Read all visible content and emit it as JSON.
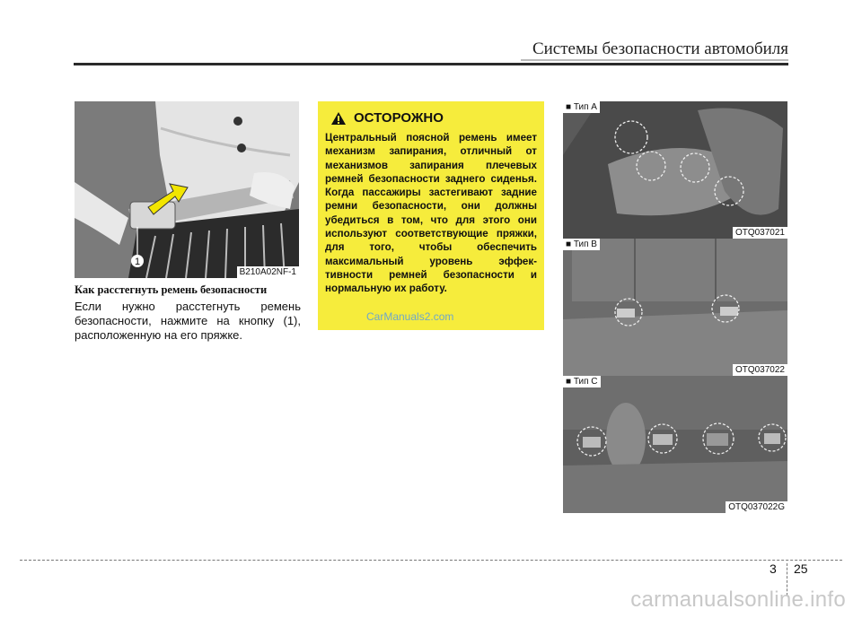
{
  "header": {
    "title": "Системы безопасности автомобиля"
  },
  "figure1": {
    "code": "B210A02NF-1",
    "callout": "1"
  },
  "caption": {
    "title": "Как расстегнуть ремень безопасности",
    "body": "Если нужно расстегнуть ремень безопасности, нажмите на кнопку (1), расположенную на его пряжке."
  },
  "warning": {
    "title": "ОСТОРОЖНО",
    "body": "Центральный поясной ремень имеет механизм запирания, отличный от механизмов запирания плечевых ремней безопасности заднего сиденья. Когда пассажиры застегивают задние ремни безопасности, они должны убедиться в том, что для этого они используют соответствующие пряжки, для того, чтобы обеспечить максимальный уровень эффек-тивности ремней безопасности и нормальную их работу."
  },
  "watermark": "CarManuals2.com",
  "seats": [
    {
      "label": "■ Тип A",
      "code": "OTQ037021"
    },
    {
      "label": "■ Тип B",
      "code": "OTQ037022"
    },
    {
      "label": "■ Тип C",
      "code": "OTQ037022G"
    }
  ],
  "footer": {
    "chapter": "3",
    "page": "25",
    "site": "carmanualsonline.info"
  }
}
